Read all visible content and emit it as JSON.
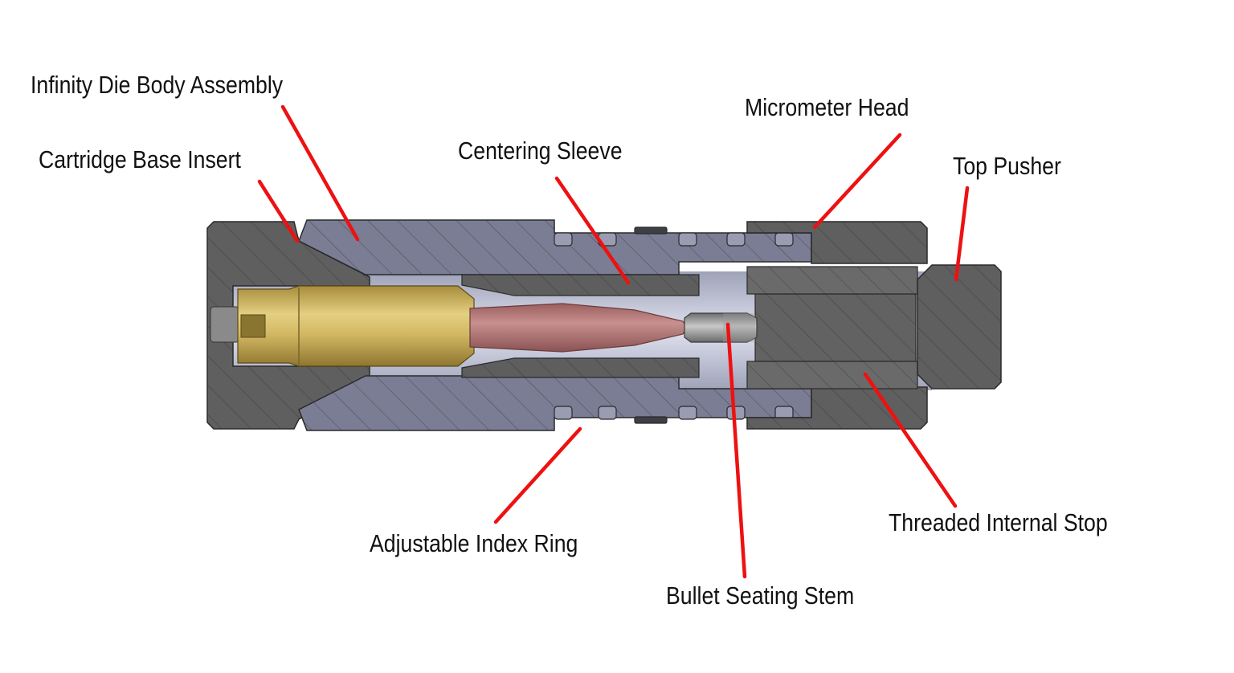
{
  "labels": {
    "infinity_die_body_assembly": "Infinity Die Body Assembly",
    "cartridge_base_insert": "Cartridge Base Insert",
    "centering_sleeve": "Centering Sleeve",
    "micrometer_head": "Micrometer Head",
    "top_pusher": "Top Pusher",
    "adjustable_index_ring": "Adjustable Index Ring",
    "bullet_seating_stem": "Bullet Seating Stem",
    "threaded_internal_stop": "Threaded Internal Stop"
  },
  "colors": {
    "leader": "#ee1111",
    "steel_dark": "#5f5f5f",
    "steel_blue": "#7b7d95",
    "brass": "#c9ad5a",
    "bullet": "#b07272",
    "stem": "#8a8a8a",
    "cavity": "#d6d8e6"
  }
}
